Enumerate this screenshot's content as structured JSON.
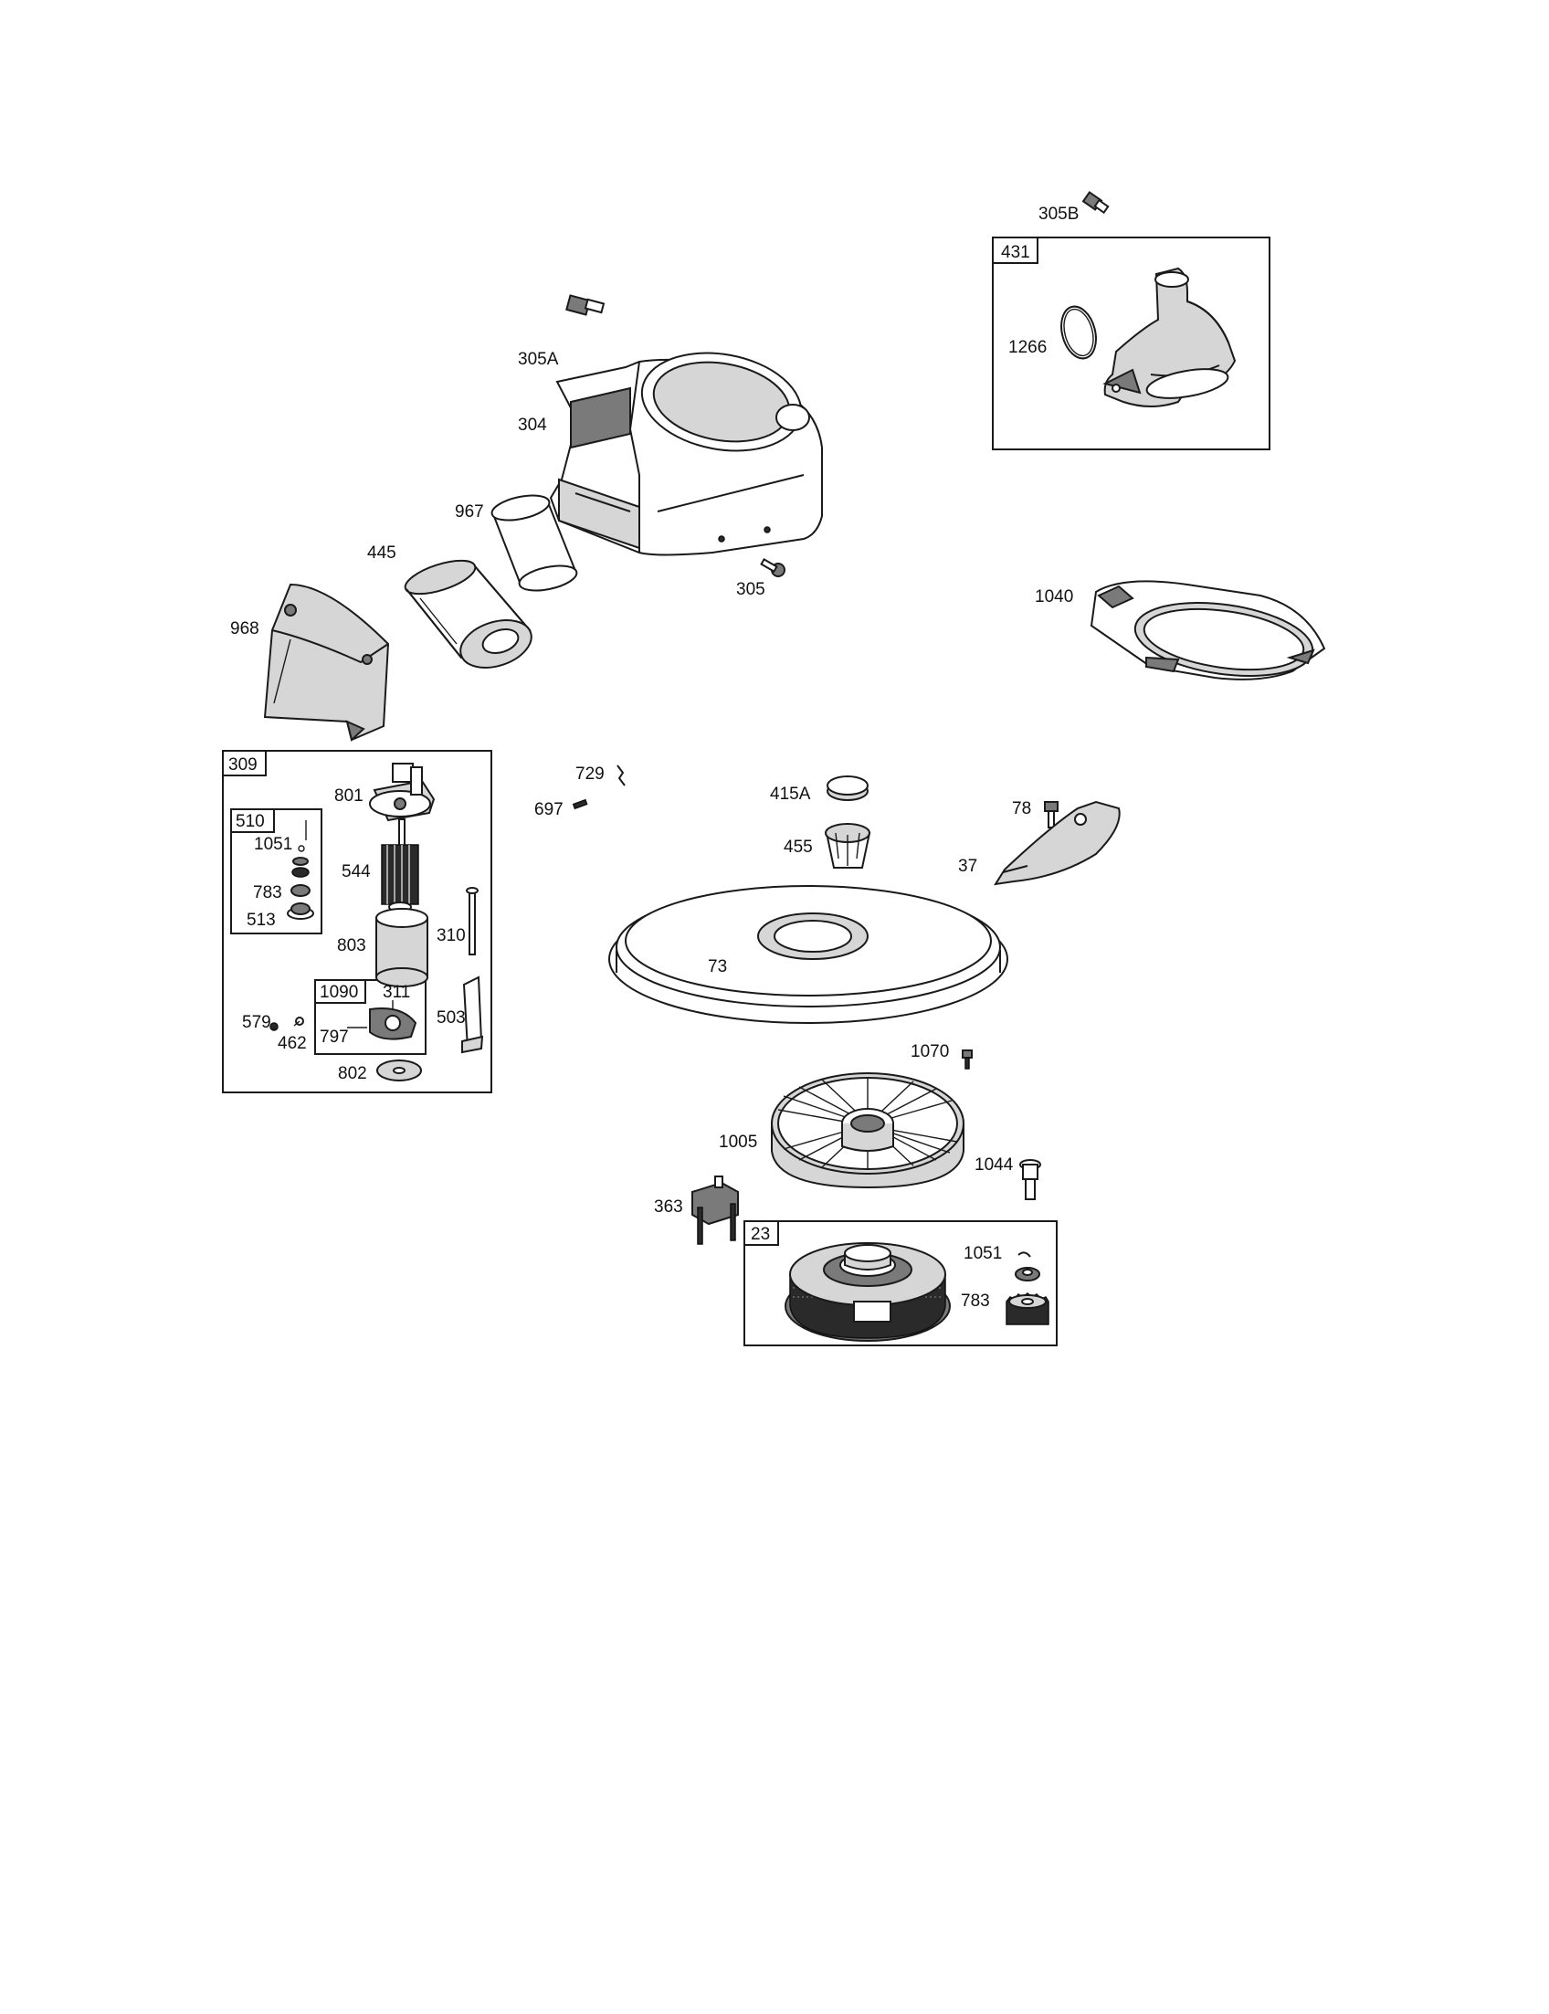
{
  "callouts": {
    "c305B": "305B",
    "c431": "431",
    "c1266": "1266",
    "c305A": "305A",
    "c304": "304",
    "c967": "967",
    "c445": "445",
    "c305": "305",
    "c1040": "1040",
    "c968": "968",
    "c309": "309",
    "c801": "801",
    "c510": "510",
    "c1051a": "1051",
    "c544": "544",
    "c783a": "783",
    "c513": "513",
    "c803": "803",
    "c310": "310",
    "c1090": "1090",
    "c311": "311",
    "c579": "579",
    "c797": "797",
    "c503": "503",
    "c462": "462",
    "c802": "802",
    "c729": "729",
    "c697": "697",
    "c415A": "415A",
    "c78": "78",
    "c455": "455",
    "c37": "37",
    "c73": "73",
    "c1070": "1070",
    "c1005": "1005",
    "c1044": "1044",
    "c363": "363",
    "c23": "23",
    "c1051b": "1051",
    "c783b": "783"
  }
}
